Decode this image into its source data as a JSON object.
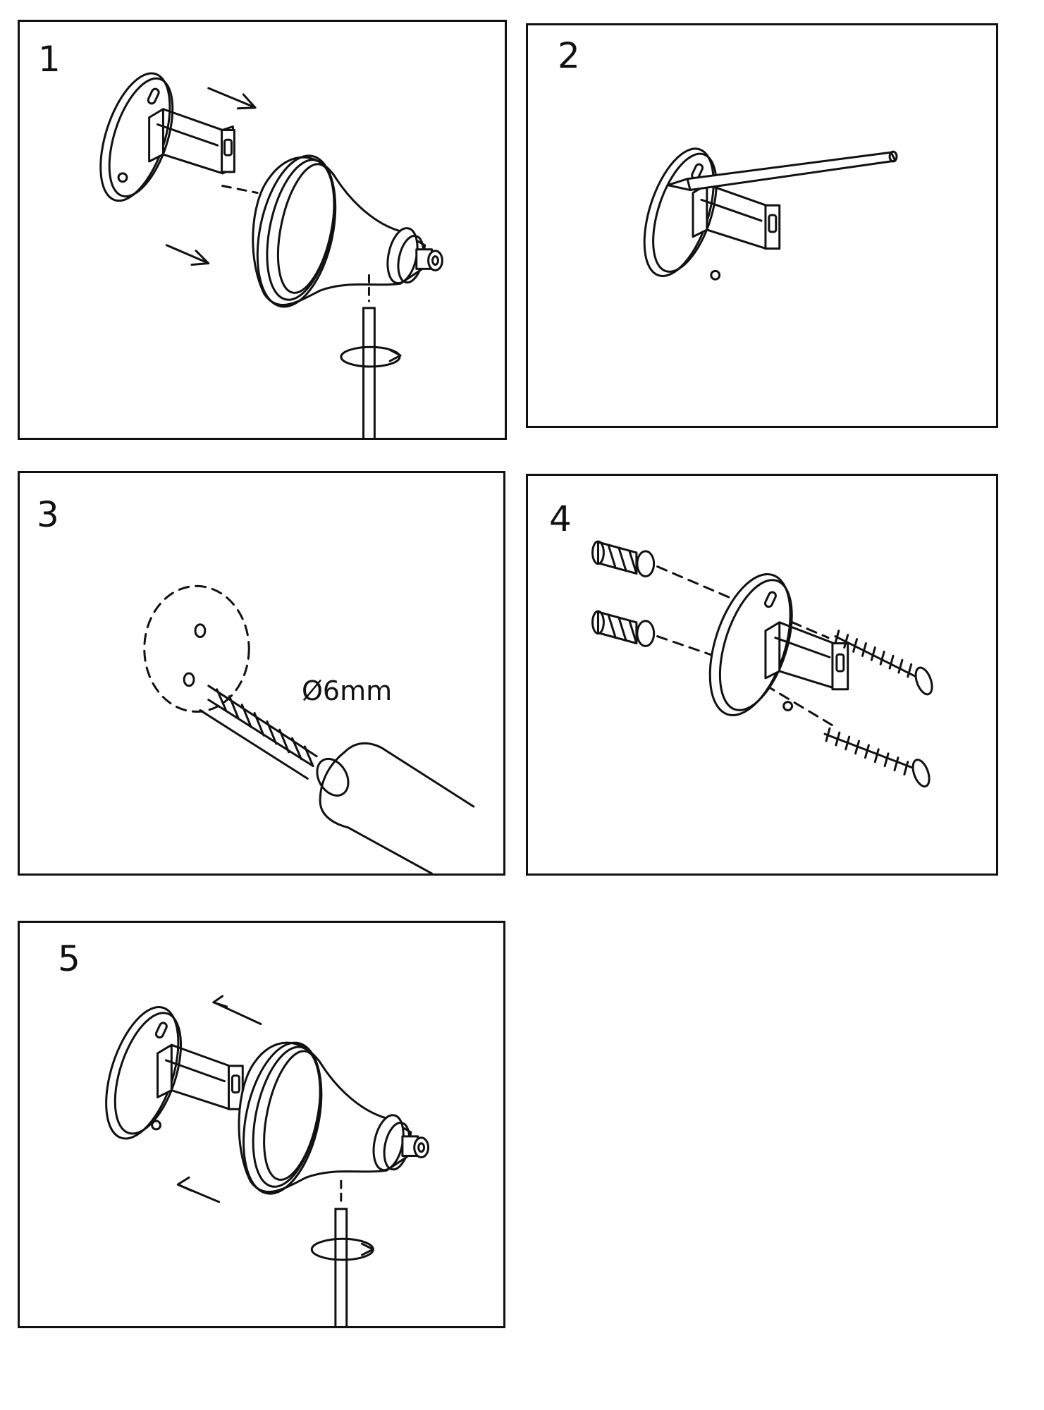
{
  "steps": [
    {
      "number": "1"
    },
    {
      "number": "2"
    },
    {
      "number": "3",
      "drill_size": "Ø6mm"
    },
    {
      "number": "4"
    },
    {
      "number": "5"
    }
  ]
}
